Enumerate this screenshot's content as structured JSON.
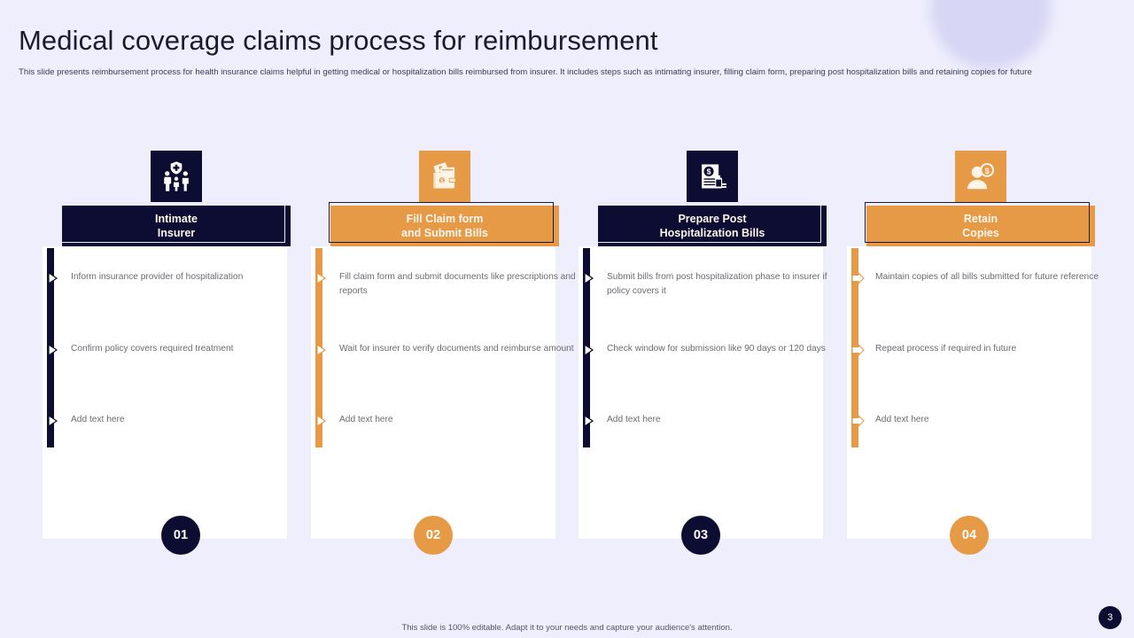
{
  "slide": {
    "title": "Medical coverage claims process for reimbursement",
    "subtitle": "This slide presents reimbursement process for health insurance claims helpful in  getting medical or hospitalization bills  reimbursed from insurer. It includes steps such as intimating  insurer, filling claim  form, preparing post hospitalization bills and retaining copies for future",
    "footer_note": "This slide is 100% editable.  Adapt it to your needs and capture your audience's attention.",
    "page_number": "3"
  },
  "colors": {
    "navy": "#0d0d33",
    "orange": "#e79a45",
    "background": "#eeeefc",
    "panel": "#ffffff",
    "body_text": "#6b6b72"
  },
  "steps": [
    {
      "number": "01",
      "theme": "navy",
      "icon": "family-health-shield-icon",
      "title_line1": "Intimate",
      "title_line2": "Insurer",
      "bullets": [
        "Inform  insurance  provider  of hospitalization",
        "Confirm  policy covers required  treatment",
        "Add text here"
      ]
    },
    {
      "number": "02",
      "theme": "orange",
      "icon": "wallet-money-icon",
      "title_line1": "Fill Claim form",
      "title_line2": "and Submit Bills",
      "bullets": [
        "Fill claim form  and  submit documents like prescriptions  and reports",
        "Wait for  insurer  to verify  documents and reimburse  amount",
        "Add text here"
      ]
    },
    {
      "number": "03",
      "theme": "navy",
      "icon": "invoice-dollar-icon",
      "title_line1": "Prepare Post",
      "title_line2": "Hospitalization Bills",
      "bullets": [
        "Submit bills from  post hospitalization phase to insurer  if policy covers  it",
        "Check window  for  submission  like 90 days or 120 days",
        "Add text here"
      ]
    },
    {
      "number": "04",
      "theme": "orange",
      "icon": "person-coin-icon",
      "title_line1": "Retain",
      "title_line2": "Copies",
      "bullets": [
        "Maintain copies of all bills submitted  for future  reference",
        "Repeat  process if required  in future",
        "Add text here"
      ]
    }
  ]
}
